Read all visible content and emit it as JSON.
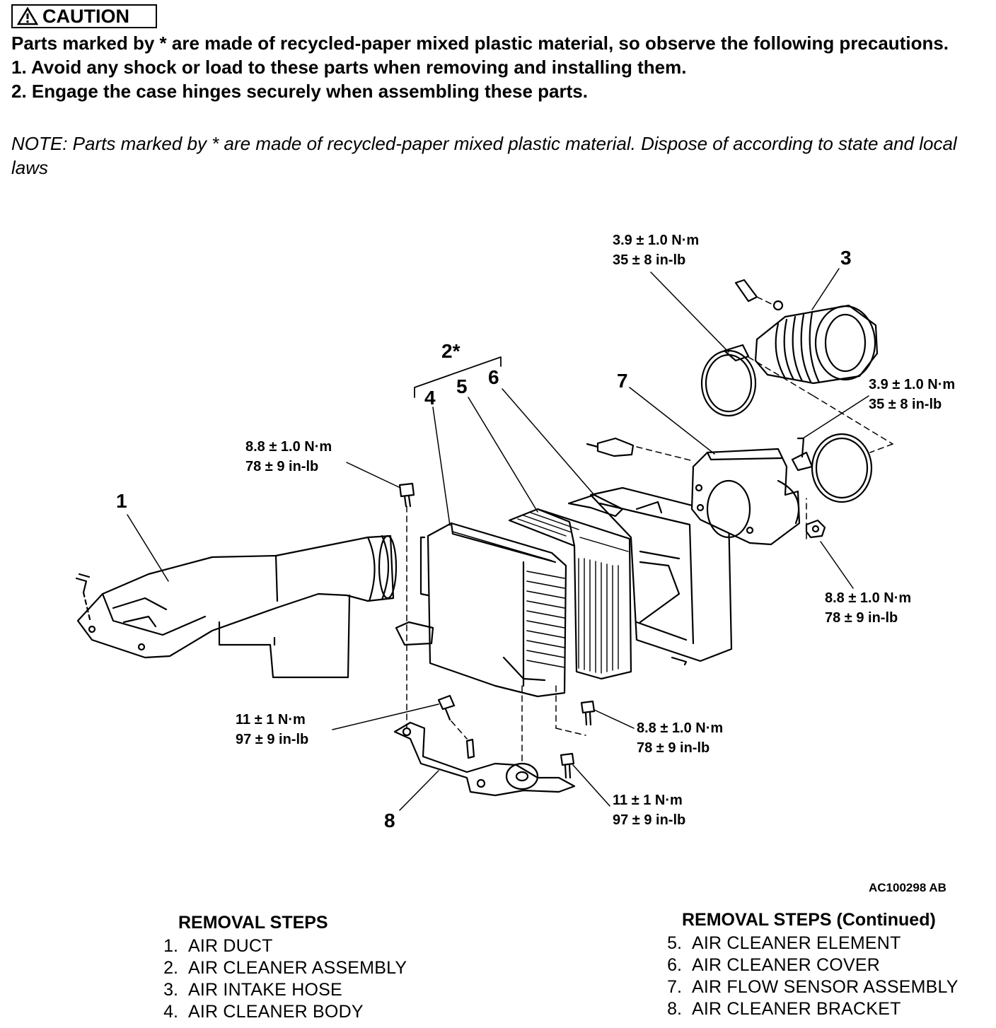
{
  "caution": {
    "label": "CAUTION",
    "lines": [
      "Parts marked by * are made of recycled-paper mixed plastic material, so observe the following precautions.",
      "1. Avoid any shock or load to these parts when removing and installing them.",
      "2. Engage the case hinges securely when assembling these parts."
    ]
  },
  "note": "NOTE: Parts marked by * are made of recycled-paper mixed plastic material. Dispose of according to state and local laws",
  "diagram": {
    "callouts": [
      "1",
      "2*",
      "3",
      "4",
      "5",
      "6",
      "7",
      "8"
    ],
    "torques": {
      "t_top": [
        "3.9 ± 1.0 N·m",
        "35 ± 8 in-lb"
      ],
      "t_right": [
        "3.9 ± 1.0 N·m",
        "35 ± 8 in-lb"
      ],
      "t_left": [
        "8.8 ± 1.0 N·m",
        "78 ± 9 in-lb"
      ],
      "t_nut": [
        "8.8 ± 1.0 N·m",
        "78 ± 9 in-lb"
      ],
      "t_bottom_mid": [
        "8.8 ± 1.0 N·m",
        "78 ± 9 in-lb"
      ],
      "t_bracket_left": [
        "11 ± 1 N·m",
        "97 ± 9 in-lb"
      ],
      "t_bracket_right": [
        "11 ± 1 N·m",
        "97 ± 9 in-lb"
      ]
    },
    "figure_id": "AC100298 AB"
  },
  "removal_steps": {
    "title": "REMOVAL STEPS",
    "items": [
      {
        "num": "1.",
        "name": "AIR DUCT"
      },
      {
        "num": "2.",
        "name": "AIR CLEANER ASSEMBLY"
      },
      {
        "num": "3.",
        "name": "AIR INTAKE HOSE"
      },
      {
        "num": "4.",
        "name": "AIR CLEANER BODY"
      }
    ]
  },
  "removal_steps_continued": {
    "title": "REMOVAL STEPS (Continued)",
    "items": [
      {
        "num": "5.",
        "name": "AIR CLEANER ELEMENT"
      },
      {
        "num": "6.",
        "name": "AIR CLEANER COVER"
      },
      {
        "num": "7.",
        "name": "AIR FLOW SENSOR ASSEMBLY"
      },
      {
        "num": "8.",
        "name": "AIR CLEANER BRACKET"
      }
    ]
  }
}
